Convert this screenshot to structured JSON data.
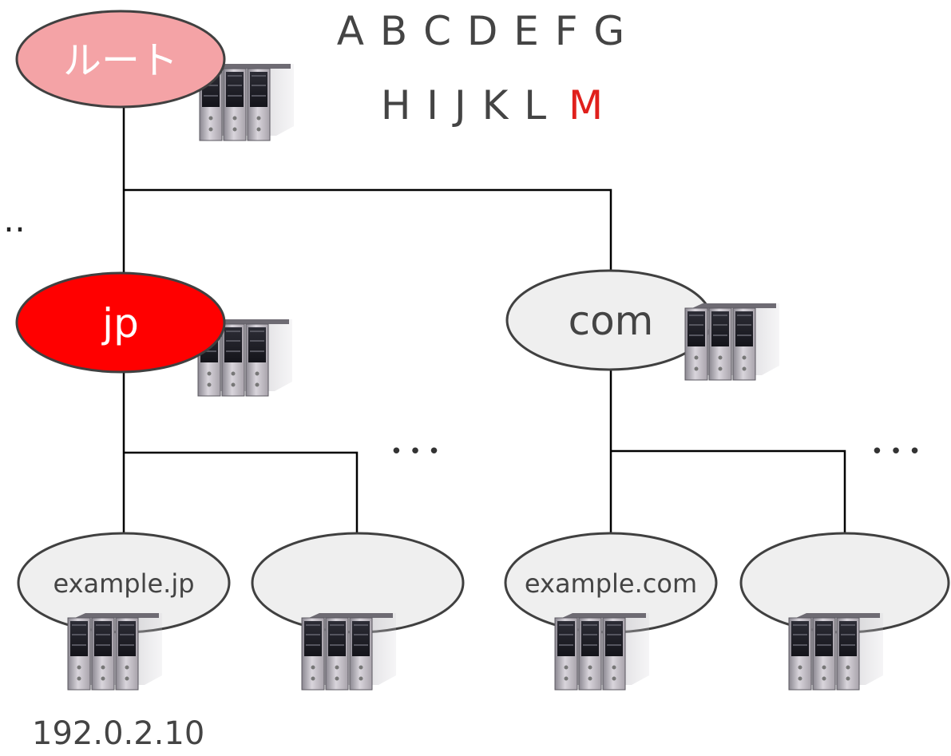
{
  "nodes": {
    "root": {
      "label": "ルート",
      "fill": "#f4a3a6"
    },
    "jp": {
      "label": "jp",
      "fill": "#ff0000"
    },
    "com": {
      "label": "com",
      "fill": "#efefef"
    },
    "example_jp": {
      "label": "example.jp",
      "fill": "#efefef"
    },
    "jp_other": {
      "label": "",
      "fill": "#efefef"
    },
    "example_com": {
      "label": "example.com",
      "fill": "#efefef"
    },
    "com_other": {
      "label": "",
      "fill": "#efefef"
    }
  },
  "root_servers": {
    "row1": [
      "A",
      "B",
      "C",
      "D",
      "E",
      "F",
      "G"
    ],
    "row2": [
      "H",
      "I",
      "J",
      "K",
      "L"
    ],
    "highlighted": "M",
    "highlight_color": "#e0201c",
    "text_color": "#444444"
  },
  "ellipsis": {
    "left": "…",
    "jp_more": "• • •",
    "com_more": "• • •"
  },
  "address": "192.0.2.10",
  "colors": {
    "line": "#000000",
    "outline": "#404040"
  },
  "icons": {
    "server": "server-rack-icon"
  }
}
